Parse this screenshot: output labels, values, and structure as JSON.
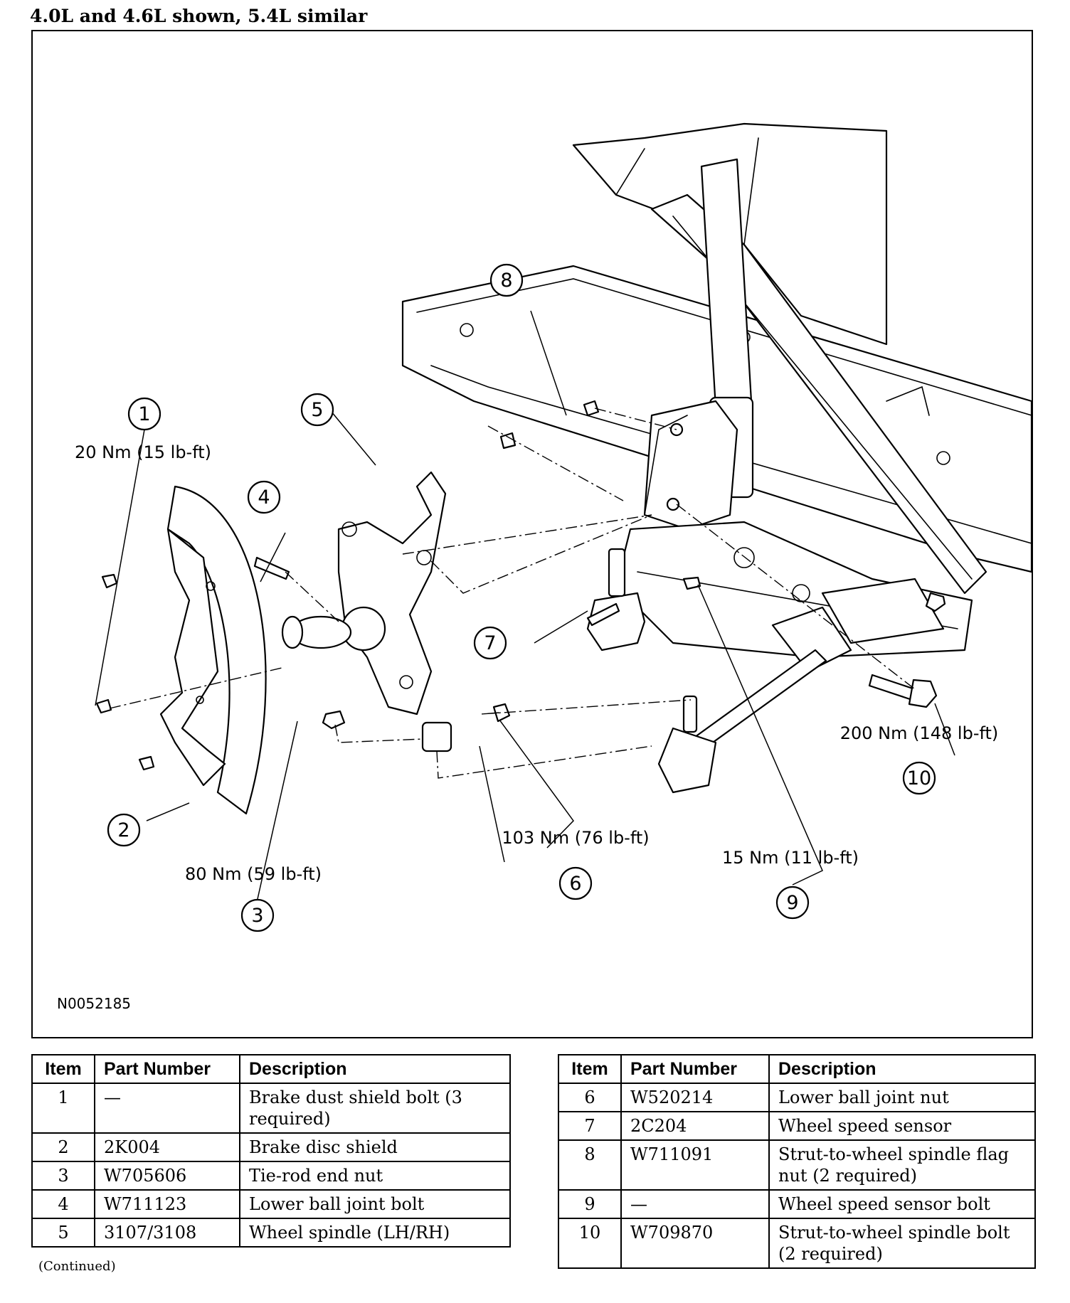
{
  "caption": "4.0L and 4.6L shown, 5.4L similar",
  "figure": {
    "figure_id": "N0052185",
    "callouts": [
      {
        "number": "1",
        "torque": "20 Nm (15 lb-ft)"
      },
      {
        "number": "2",
        "torque": ""
      },
      {
        "number": "3",
        "torque": "80 Nm (59 lb-ft)"
      },
      {
        "number": "4",
        "torque": ""
      },
      {
        "number": "5",
        "torque": ""
      },
      {
        "number": "6",
        "torque": "103 Nm (76 lb-ft)"
      },
      {
        "number": "7",
        "torque": ""
      },
      {
        "number": "8",
        "torque": ""
      },
      {
        "number": "9",
        "torque": "15 Nm (11 lb-ft)"
      },
      {
        "number": "10",
        "torque": "200 Nm (148 lb-ft)"
      }
    ]
  },
  "table_left": {
    "headers": [
      "Item",
      "Part Number",
      "Description"
    ],
    "rows": [
      [
        "1",
        "—",
        "Brake dust shield bolt (3 required)"
      ],
      [
        "2",
        "2K004",
        "Brake disc shield"
      ],
      [
        "3",
        "W705606",
        "Tie-rod end nut"
      ],
      [
        "4",
        "W711123",
        "Lower ball joint bolt"
      ],
      [
        "5",
        "3107/3108",
        "Wheel spindle (LH/RH)"
      ]
    ]
  },
  "table_right": {
    "headers": [
      "Item",
      "Part Number",
      "Description"
    ],
    "rows": [
      [
        "6",
        "W520214",
        "Lower ball joint nut"
      ],
      [
        "7",
        "2C204",
        "Wheel speed sensor"
      ],
      [
        "8",
        "W711091",
        "Strut-to-wheel spindle flag nut (2 required)"
      ],
      [
        "9",
        "—",
        "Wheel speed sensor bolt"
      ],
      [
        "10",
        "W709870",
        "Strut-to-wheel spindle bolt (2 required)"
      ]
    ]
  },
  "continued_note": "(Continued)"
}
